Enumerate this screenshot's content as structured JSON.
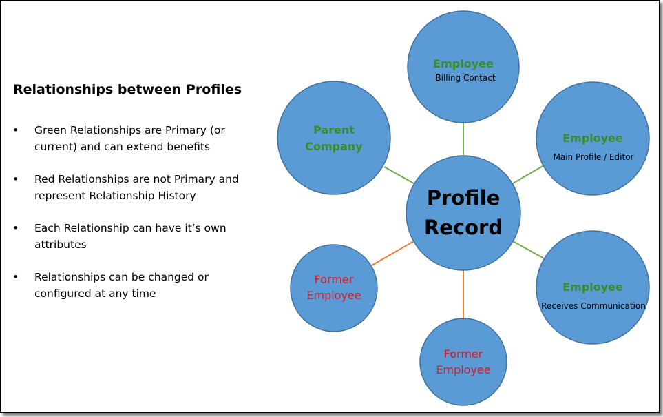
{
  "heading": "Relationships between Profiles",
  "bullets": [
    "Green Relationships are Primary (or current) and can extend benefits",
    "Red Relationships are not Primary and represent Relationship History",
    "Each Relationship can have it’s own attributes",
    "Relationships can be changed or configured at any time"
  ],
  "colors": {
    "circle_fill": "#5b9bd5",
    "circle_stroke": "#41719c",
    "primary_green": "#3c8c29",
    "history_red": "#e0181f",
    "primary_line": "#70ad47",
    "history_line": "#ed7d31"
  },
  "center": {
    "line1": "Profile",
    "line2": "Record"
  },
  "nodes": [
    {
      "id": "top",
      "type": "primary",
      "title": "Employee",
      "subtitle": "Billing Contact"
    },
    {
      "id": "upper-right",
      "type": "primary",
      "title": "Employee",
      "subtitle": "Main Profile / Editor"
    },
    {
      "id": "lower-right",
      "type": "primary",
      "title": "Employee",
      "subtitle": "Receives Communication"
    },
    {
      "id": "bottom",
      "type": "history",
      "line1": "Former",
      "line2": "Employee"
    },
    {
      "id": "lower-left",
      "type": "history",
      "line1": "Former",
      "line2": "Employee"
    },
    {
      "id": "upper-left",
      "type": "primary",
      "line1": "Parent",
      "line2": "Company"
    }
  ]
}
